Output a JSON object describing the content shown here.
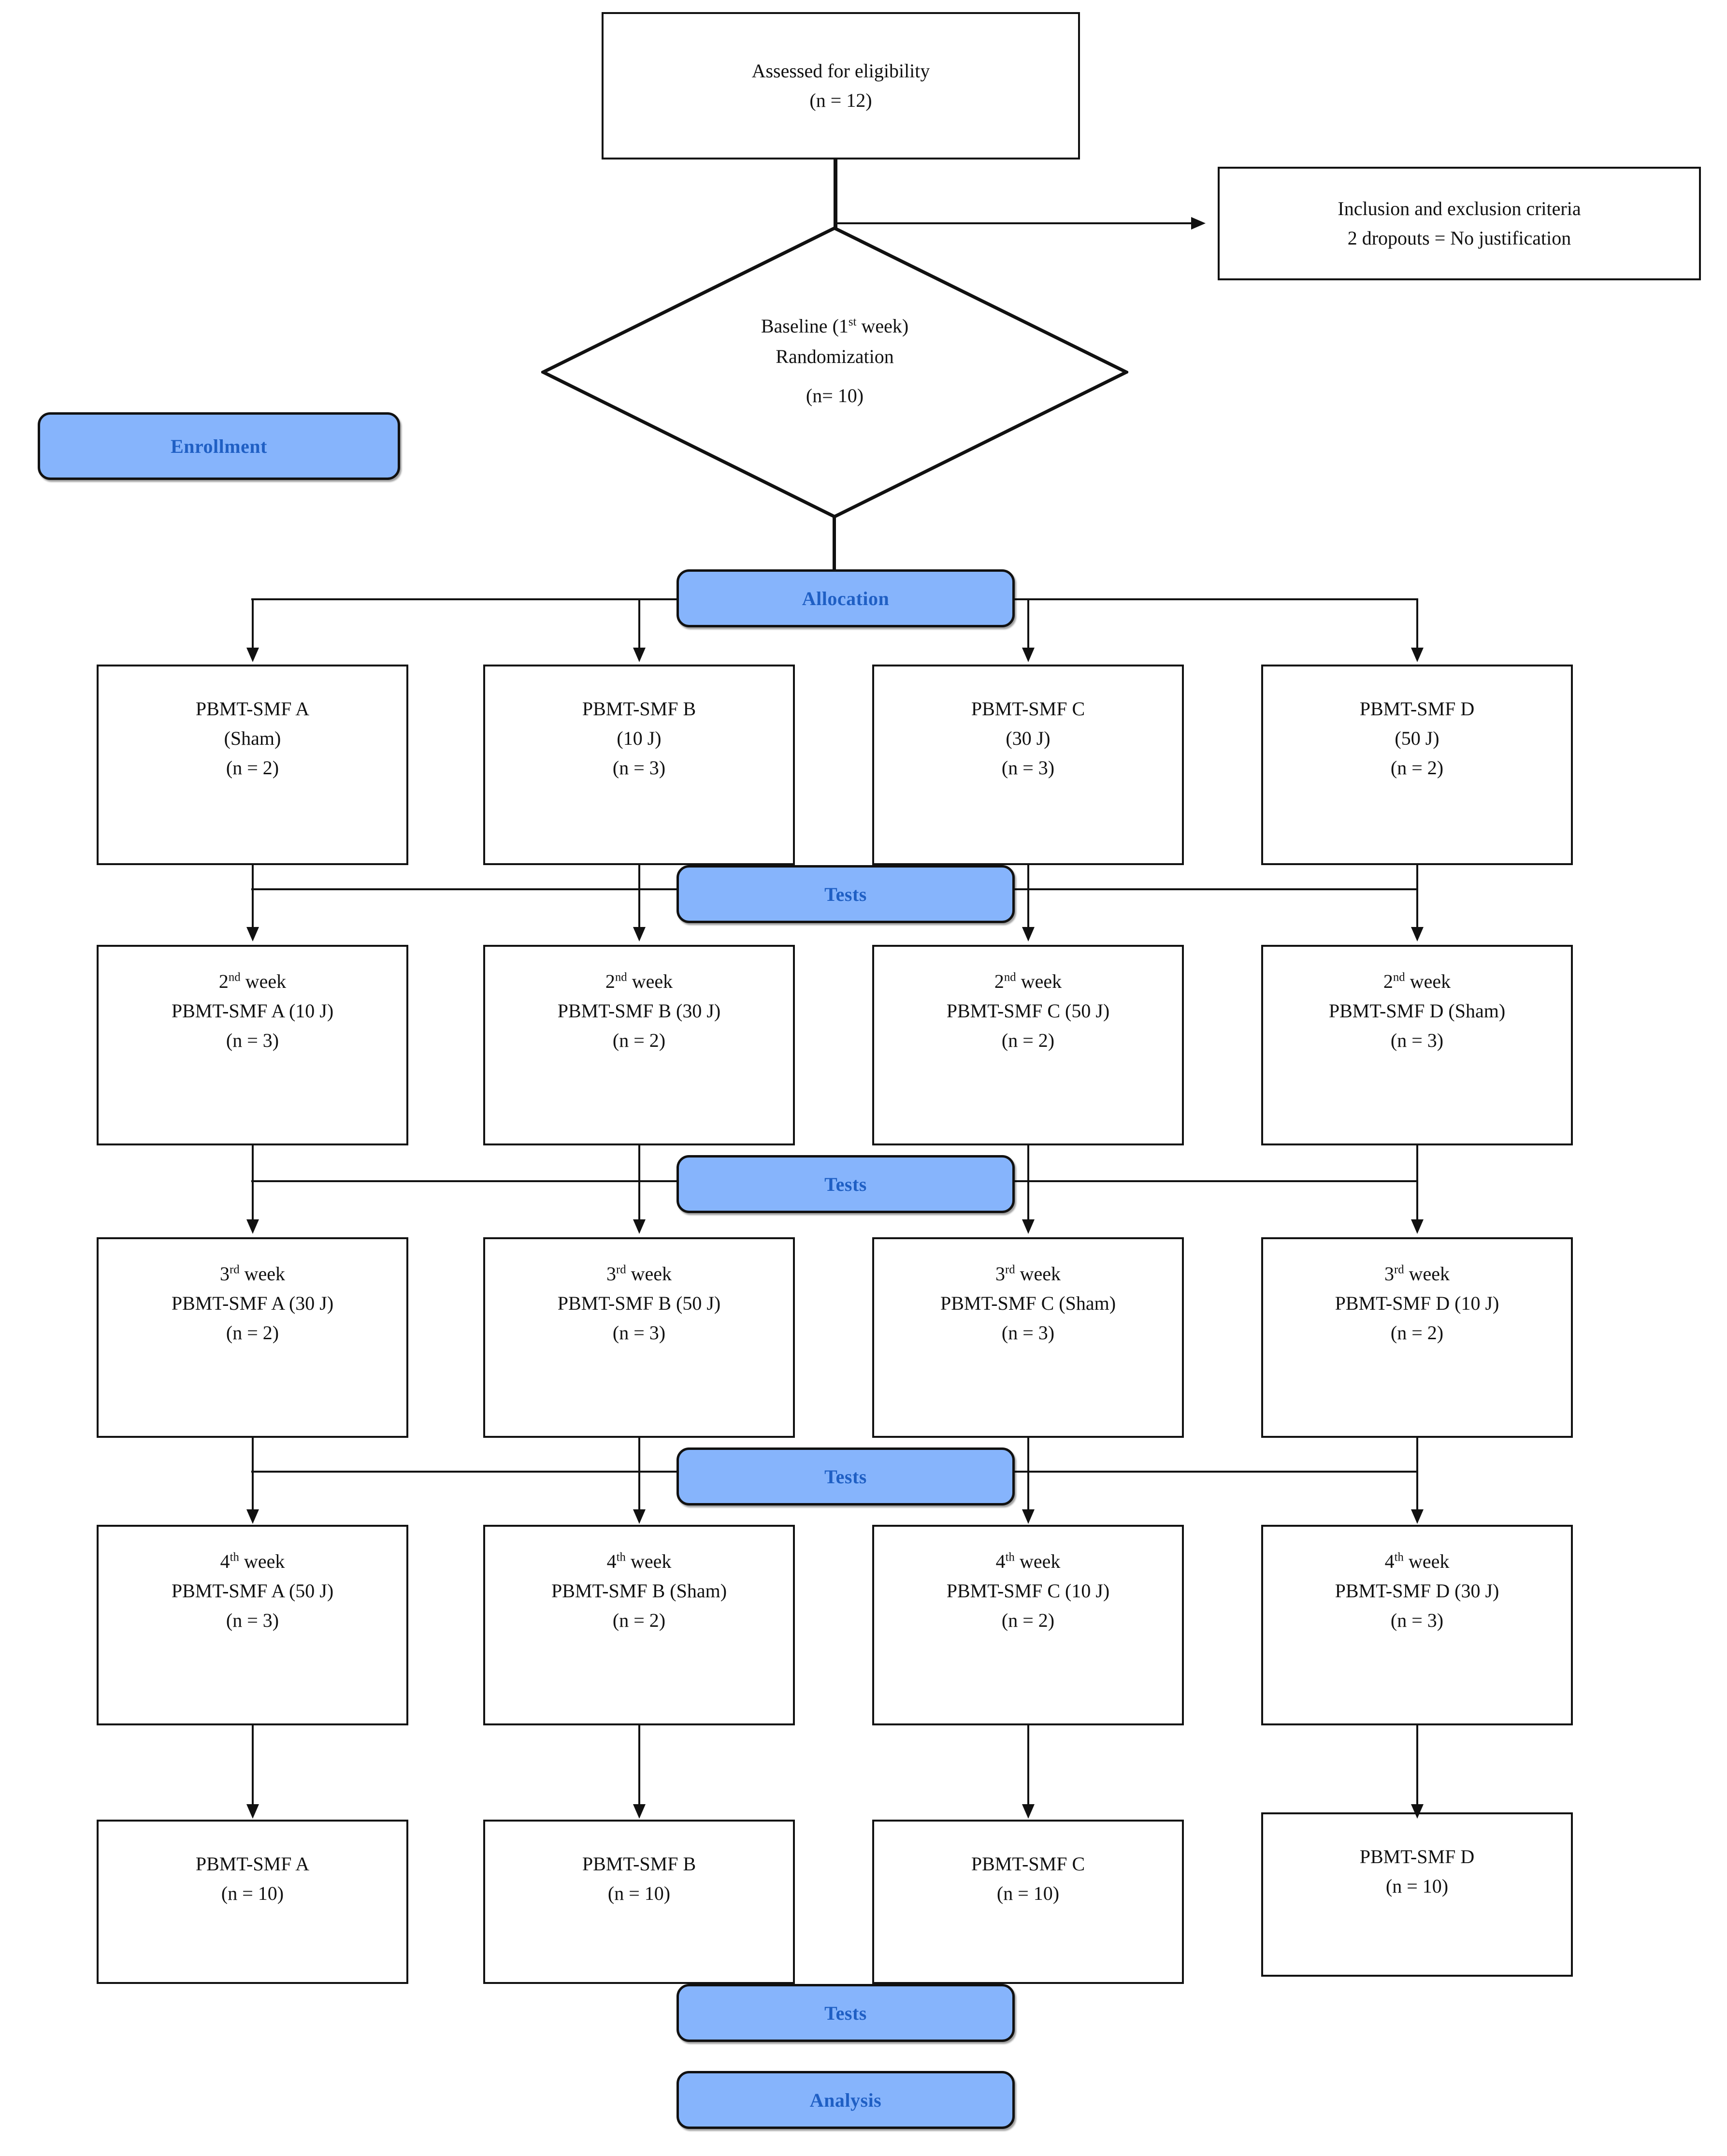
{
  "diagram": {
    "title": "PBMT-SMF randomized cross-over trial flow diagram",
    "accent_blue_fill": "#86b4fc",
    "accent_blue_text": "#1f5fc4",
    "line_color": "#111111"
  },
  "stage_badges": {
    "enrollment": "Enrollment",
    "allocation": "Allocation",
    "tests_1": "Tests",
    "tests_2": "Tests",
    "tests_3": "Tests",
    "tests_final": "Tests",
    "analysis": "Analysis"
  },
  "eligibility": {
    "line1": "Assessed for eligibility",
    "line2": "(n = 12)"
  },
  "exclusion": {
    "line1": "Inclusion and exclusion criteria",
    "line2": "2 dropouts = No justification"
  },
  "randomization": {
    "line1_pre": "Baseline (1",
    "line1_sup": "st",
    "line1_post": " week)",
    "line2": "Randomization",
    "line3": "(n= 10)"
  },
  "rows": [
    {
      "row_id": "allocation-week1",
      "week_label": "",
      "cells": [
        {
          "line1": "PBMT-SMF A",
          "line2": "(Sham)",
          "line3": "(n = 2)"
        },
        {
          "line1": "PBMT-SMF B",
          "line2": "(10 J)",
          "line3": "(n = 3)"
        },
        {
          "line1": "PBMT-SMF C",
          "line2": "(30 J)",
          "line3": "(n = 3)"
        },
        {
          "line1": "PBMT-SMF D",
          "line2": "(50 J)",
          "line3": "(n = 2)"
        }
      ]
    },
    {
      "row_id": "week2",
      "week_num": "2",
      "week_sup": "nd",
      "week_word": " week",
      "cells": [
        {
          "line2": "PBMT-SMF A (10 J)",
          "line3": "(n = 3)"
        },
        {
          "line2": "PBMT-SMF B (30 J)",
          "line3": "(n = 2)"
        },
        {
          "line2": "PBMT-SMF C (50 J)",
          "line3": "(n = 2)"
        },
        {
          "line2": "PBMT-SMF D (Sham)",
          "line3": "(n = 3)"
        }
      ]
    },
    {
      "row_id": "week3",
      "week_num": "3",
      "week_sup": "rd",
      "week_word": " week",
      "cells": [
        {
          "line2": "PBMT-SMF A (30 J)",
          "line3": "(n = 2)"
        },
        {
          "line2": "PBMT-SMF B (50 J)",
          "line3": "(n = 3)"
        },
        {
          "line2": "PBMT-SMF C (Sham)",
          "line3": "(n = 3)"
        },
        {
          "line2": "PBMT-SMF D (10 J)",
          "line3": "(n = 2)"
        }
      ]
    },
    {
      "row_id": "week4",
      "week_num": "4",
      "week_sup": "th",
      "week_word": " week",
      "cells": [
        {
          "line2": "PBMT-SMF A (50 J)",
          "line3": "(n = 3)"
        },
        {
          "line2": "PBMT-SMF B (Sham)",
          "line3": "(n = 2)"
        },
        {
          "line2": "PBMT-SMF C (10 J)",
          "line3": "(n = 2)"
        },
        {
          "line2": "PBMT-SMF D (30 J)",
          "line3": "(n = 3)"
        }
      ]
    },
    {
      "row_id": "totals",
      "week_label": "",
      "cells": [
        {
          "line1": "PBMT-SMF A",
          "line3": "(n = 10)"
        },
        {
          "line1": "PBMT-SMF B",
          "line3": "(n = 10)"
        },
        {
          "line1": "PBMT-SMF C",
          "line3": "(n = 10)"
        },
        {
          "line1": "PBMT-SMF D",
          "line3": "(n = 10)"
        }
      ]
    }
  ]
}
